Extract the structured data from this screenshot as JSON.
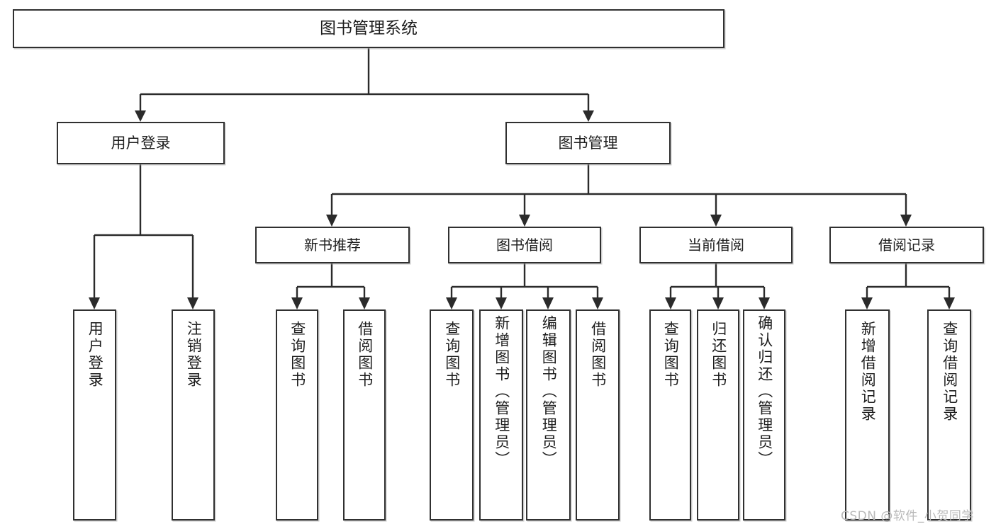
{
  "diagram": {
    "title": "图书管理系统",
    "type": "tree",
    "watermark": "CSDN @软件_小贺同学",
    "colors": {
      "box_border": "#303030",
      "box_fill": "#ffffff",
      "connector": "#2b2b2b",
      "text": "#1d1d1d",
      "watermark": "#b9b9b9",
      "background": "#ffffff"
    },
    "root": {
      "label": "图书管理系统"
    },
    "level2": [
      {
        "label": "用户登录"
      },
      {
        "label": "图书管理"
      }
    ],
    "level3": [
      {
        "label": "新书推荐"
      },
      {
        "label": "图书借阅"
      },
      {
        "label": "当前借阅"
      },
      {
        "label": "借阅记录"
      }
    ],
    "leaves": {
      "user_login": [
        {
          "label": "用户登录"
        },
        {
          "label": "注销登录"
        }
      ],
      "new_book_recommend": [
        {
          "label": "查询图书"
        },
        {
          "label": "借阅图书"
        }
      ],
      "book_borrow": [
        {
          "label": "查询图书"
        },
        {
          "label": "新增图书（管理员）"
        },
        {
          "label": "编辑图书（管理员）"
        },
        {
          "label": "借阅图书"
        }
      ],
      "current_borrow": [
        {
          "label": "查询图书"
        },
        {
          "label": "归还图书"
        },
        {
          "label": "确认归还（管理员）"
        }
      ],
      "borrow_record": [
        {
          "label": "新增借阅记录"
        },
        {
          "label": "查询借阅记录"
        }
      ]
    }
  }
}
